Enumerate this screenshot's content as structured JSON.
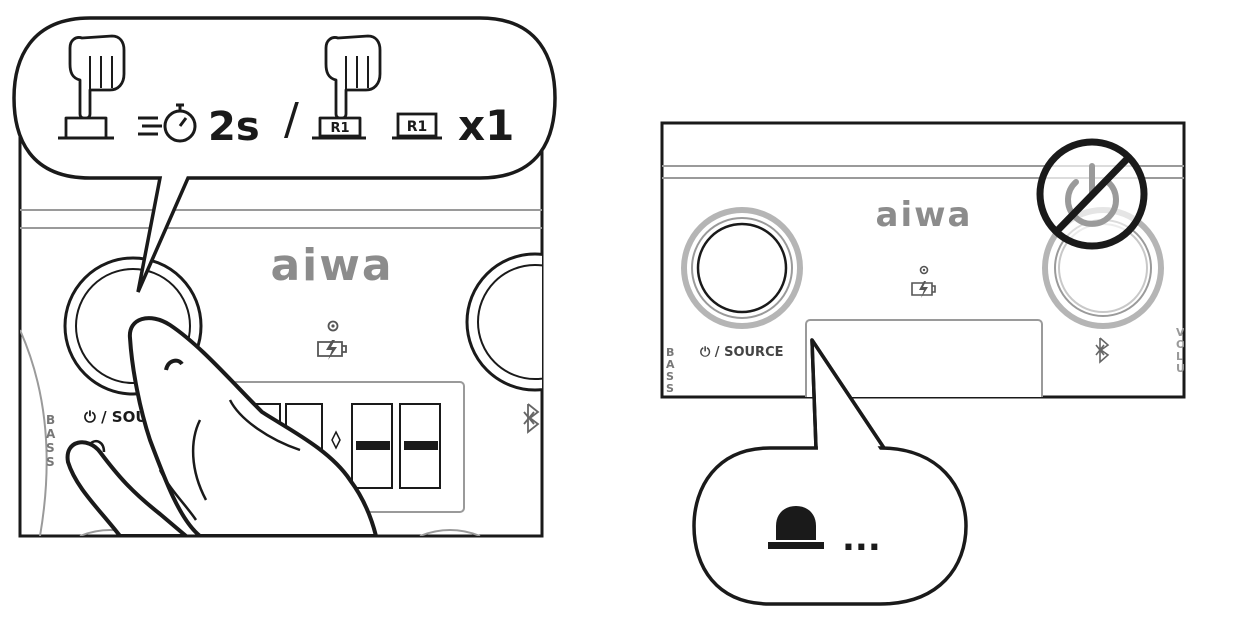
{
  "left_panel": {
    "brand": "aiwa",
    "button_label": "⏻ / SOURCE",
    "side_label": "BASS",
    "callout": {
      "hold_time": "2s",
      "separator": "/",
      "remote_key": "R1",
      "count": "x1"
    }
  },
  "right_panel": {
    "brand": "aiwa",
    "button_label": "⏻ / SOURCE",
    "side_label": "BASS",
    "callout": {
      "dots": "..."
    }
  },
  "icons": [
    "hand-press-icon",
    "timer-icon",
    "remote-r1-icon",
    "charging-icon",
    "bluetooth-icon",
    "power-icon",
    "prohibited-icon",
    "warning-light-icon"
  ]
}
